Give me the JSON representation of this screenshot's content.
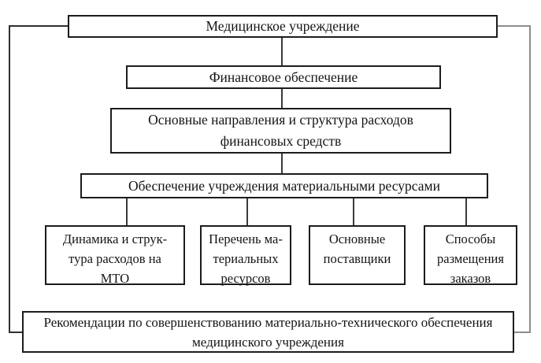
{
  "diagram": {
    "type": "hierarchy-flowchart",
    "colors": {
      "background": "#ffffff",
      "box_border": "#1c1c1c",
      "text": "#141414",
      "bracket_left_line": "#2f2f2f",
      "bracket_right_line": "#8d8d8d",
      "inner_connector_line": "#3a3a3a"
    },
    "nodes": {
      "root": "Медицинское учреждение",
      "finance": "Финансовое обеспечение",
      "directions": "Основные направления и структура расходов\nфинансовых средств",
      "material_provision": "Обеспечение учреждения материальными ресурсами",
      "recommendations": "Рекомендации по совершенствованию материально-технического обеспечения\nмедицинского учреждения"
    },
    "children": [
      {
        "label": "Динамика и струк-\nтура расходов на\nМТО"
      },
      {
        "label": "Перечень ма-\nтериальных\nресурсов"
      },
      {
        "label": "Основные\nпоставщики"
      },
      {
        "label": "Способы\nразмещения\nзаказов"
      }
    ]
  }
}
